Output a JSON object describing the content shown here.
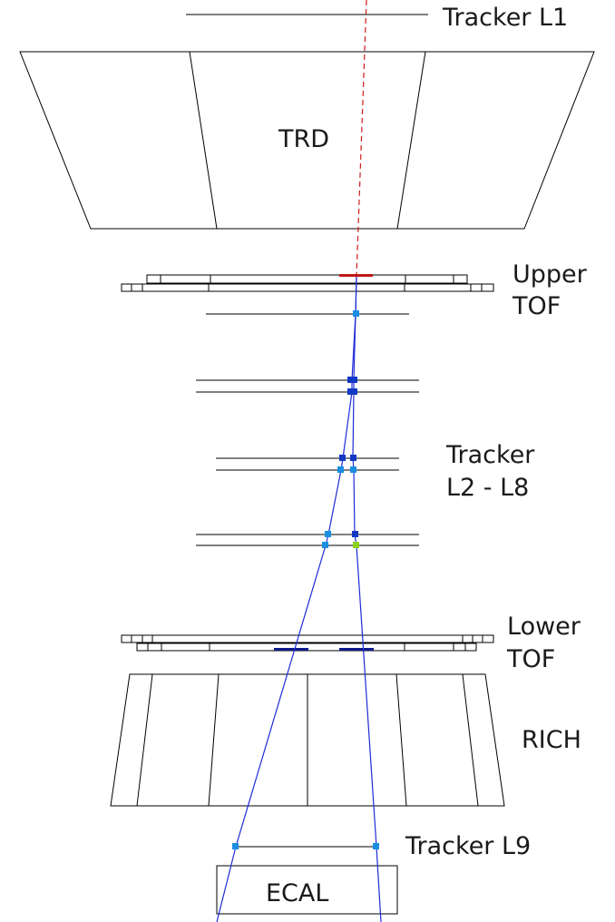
{
  "labels": {
    "tracker_l1": "Tracker L1",
    "trd": "TRD",
    "upper_tof_1": "Upper",
    "upper_tof_2": "TOF",
    "tracker_l2l8_1": "Tracker",
    "tracker_l2l8_2": "L2 - L8",
    "lower_tof_1": "Lower",
    "lower_tof_2": "TOF",
    "rich": "RICH",
    "tracker_l9": "Tracker L9",
    "ecal": "ECAL"
  },
  "colors": {
    "track": "#1f2bd9",
    "incoming_track": "#cc1a1a",
    "hit_light": "#1a8fe0",
    "hit_dark": "#1238c4",
    "hit_green": "#8ad21e",
    "tof_upper_hit": "#c01818",
    "tof_lower_hit": "#0c1a8a"
  }
}
